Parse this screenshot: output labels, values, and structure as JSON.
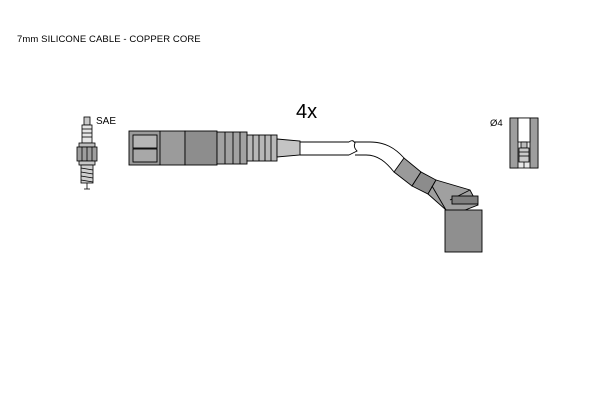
{
  "caption": "7mm SILICONE CABLE - COPPER CORE",
  "quantity": "4x",
  "plug_label": "SAE",
  "terminal_label": "Ø4"
}
